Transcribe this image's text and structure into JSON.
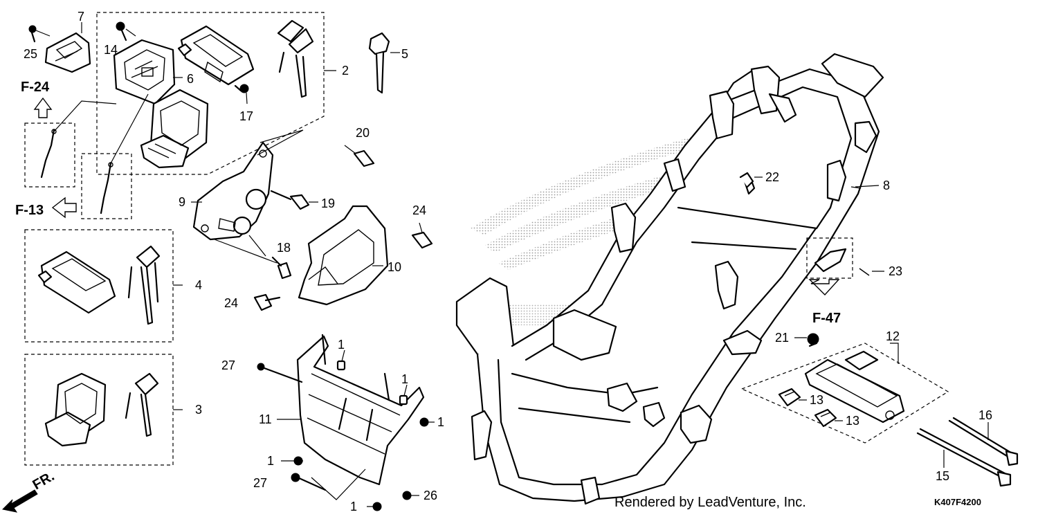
{
  "callouts": {
    "c1a": "1",
    "c1b": "1",
    "c1c": "1",
    "c1d": "1",
    "c1e": "1",
    "c2": "2",
    "c3": "3",
    "c4": "4",
    "c5": "5",
    "c6": "6",
    "c7": "7",
    "c8": "8",
    "c9": "9",
    "c10": "10",
    "c11": "11",
    "c12": "12",
    "c13a": "13",
    "c13b": "13",
    "c14": "14",
    "c15": "15",
    "c16": "16",
    "c17": "17",
    "c18": "18",
    "c19": "19",
    "c20": "20",
    "c21": "21",
    "c22": "22",
    "c23": "23",
    "c24a": "24",
    "c24b": "24",
    "c25": "25",
    "c26": "26",
    "c27a": "27",
    "c27b": "27"
  },
  "refs": {
    "f24": "F-24",
    "f13": "F-13",
    "f47": "F-47",
    "fr": "FR."
  },
  "footer": {
    "credit": "Rendered by LeadVenture, Inc.",
    "code": "K407F4200"
  }
}
